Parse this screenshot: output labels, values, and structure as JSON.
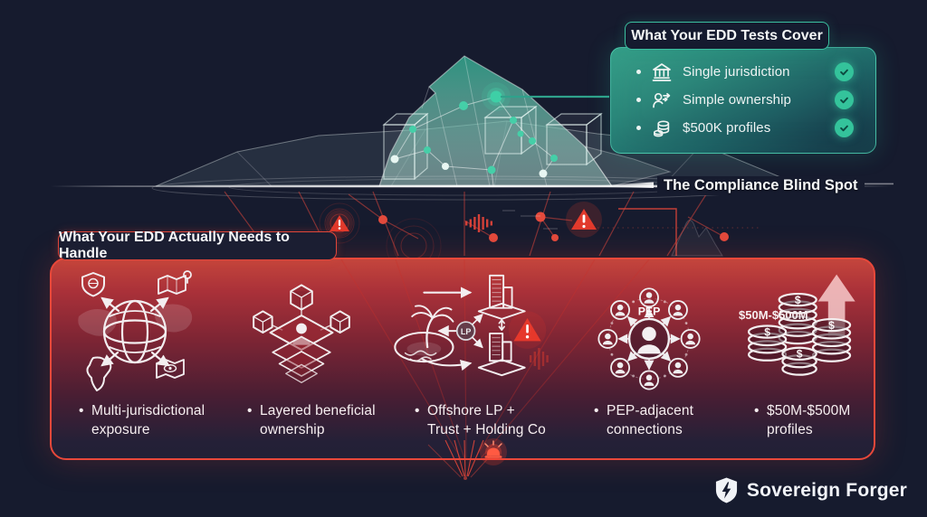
{
  "covered_panel": {
    "title": "What Your EDD Tests Cover",
    "items": [
      {
        "icon": "bank-icon",
        "label": "Single jurisdiction"
      },
      {
        "icon": "person-transfer-icon",
        "label": "Simple ownership"
      },
      {
        "icon": "coin-stack-icon",
        "label": "$500K profiles"
      }
    ]
  },
  "divider": {
    "label": "The Compliance Blind Spot"
  },
  "gap_panel": {
    "title": "What Your EDD Actually Needs to Handle",
    "items": [
      {
        "icon": "globe-arrows-icon",
        "label": "Multi-jurisdictional exposure"
      },
      {
        "icon": "layered-cubes-icon",
        "label": "Layered beneficial ownership"
      },
      {
        "icon": "offshore-structure-icon",
        "label": "Offshore LP + Trust + Holding Co"
      },
      {
        "icon": "pep-network-icon",
        "label": "PEP-adjacent connections"
      },
      {
        "icon": "wealth-growth-icon",
        "label": "$50M-$500M profiles"
      }
    ],
    "lp_badge": "LP",
    "pep_badge": "PEP",
    "range_annotation": "$50M-$500M",
    "currency_symbol": "$"
  },
  "brand": {
    "name": "Sovereign Forger"
  },
  "colors": {
    "background": "#161b2e",
    "teal_accent": "#3ecfa6",
    "teal_border": "#3bbf9f",
    "check_green": "#34c39b",
    "alert_red": "#e8483a",
    "warning_fill": "#e6382b"
  }
}
